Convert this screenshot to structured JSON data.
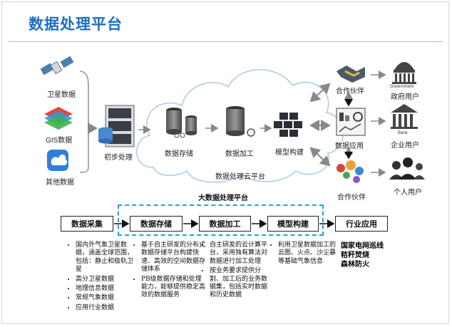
{
  "header": {
    "title": "数据处理平台"
  },
  "sources": [
    {
      "label": "卫星数据",
      "icon": "satellite-icon"
    },
    {
      "label": "GIS数据",
      "icon": "gis-layers-icon"
    },
    {
      "label": "其他数据",
      "icon": "cloud-app-icon"
    }
  ],
  "preprocess": {
    "label": "初步处理",
    "icon": "server-icon"
  },
  "cloud": {
    "label": "数据处理云平台",
    "stages": [
      {
        "label": "数据存储",
        "icon": "storage-icon"
      },
      {
        "label": "数据加工",
        "icon": "processing-icon"
      },
      {
        "label": "模型构建",
        "icon": "model-cubes-icon"
      }
    ]
  },
  "application": {
    "label": "数据应用",
    "icon": "dashboard-icon"
  },
  "partners": [
    {
      "label": "合作伙伴",
      "icon": "handshake-icon"
    },
    {
      "label": "合作伙伴",
      "icon": "gears-team-icon"
    }
  ],
  "users": [
    {
      "label": "政府用户",
      "caption": "Government",
      "icon": "government-building-icon"
    },
    {
      "label": "企业用户",
      "caption": "Bank",
      "icon": "bank-icon"
    },
    {
      "label": "个人用户",
      "icon": "people-icon"
    }
  ],
  "bigdata_title": "大数据处理平台",
  "process": [
    {
      "label": "数据采集",
      "items": [
        "国内外气象卫星数据，涵盖全球范围，包括：静止和极轨卫星",
        "高分卫星数据",
        "地理信息数据",
        "常规气象数据",
        "应用行业数据"
      ]
    },
    {
      "label": "数据存储",
      "items": [
        "基于自主研发的分布式数据存储平台构建快速、高效的空间数据存储体系",
        "PB级数据存储和处理能力，能够提供稳定高效的数据服务"
      ]
    },
    {
      "label": "数据加工",
      "items": [
        "自主研发的云计算平台，采用独有算法对数据进行加工处理",
        "按业务要求提供分割、加工后的业务数据集，包括实时数据和历史数据"
      ]
    },
    {
      "label": "模型构建",
      "items": [
        "利用卫星数据加工的云图、火点、沙尘暴等基础气象信息"
      ]
    },
    {
      "label": "行业应用",
      "items": [
        "国家电网巡线",
        "秸秆焚烧",
        "森林防火"
      ]
    }
  ],
  "colors": {
    "title": "#1a6fc0",
    "dashed": "#1aa5d8",
    "cloud": "#a9c9e6"
  }
}
